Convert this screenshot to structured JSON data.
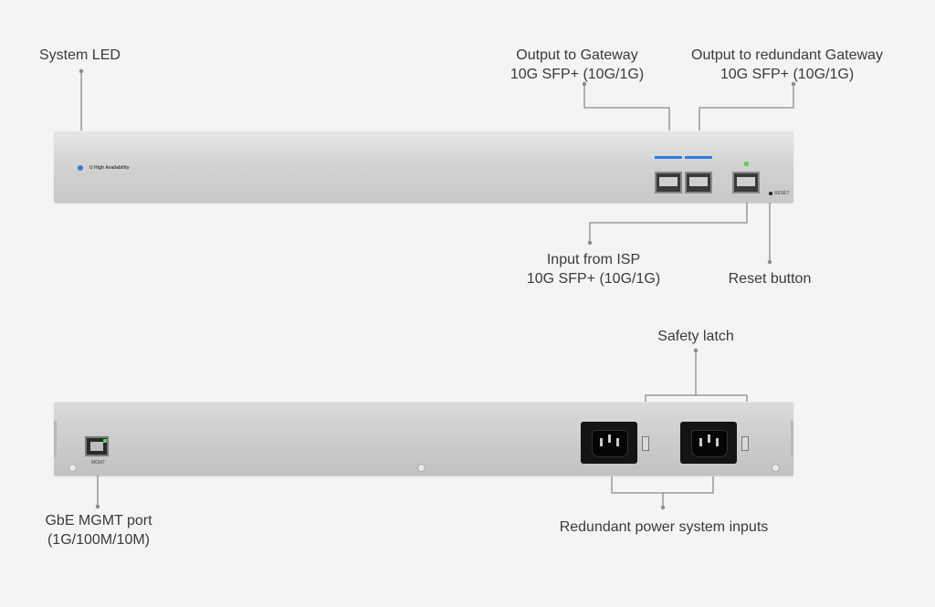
{
  "labels": {
    "system_led": "System LED",
    "output_gateway": [
      "Output to Gateway",
      "10G SFP+ (10G/1G)"
    ],
    "output_redundant": [
      "Output to redundant Gateway",
      "10G SFP+ (10G/1G)"
    ],
    "input_isp": [
      "Input from ISP",
      "10G SFP+ (10G/1G)"
    ],
    "reset_button": "Reset button",
    "safety_latch": "Safety latch",
    "mgmt_port": [
      "GbE MGMT port",
      "(1G/100M/10M)"
    ],
    "power_inputs": "Redundant power system inputs"
  },
  "device": {
    "front_brand_text": "High Availability",
    "reset_text": "RESET",
    "mgmt_text": "MGMT"
  },
  "colors": {
    "background": "#f4f4f4",
    "status_led": "#2f7de1",
    "port_led_green": "#5fd35a",
    "leader_line": "#8a8a8a"
  }
}
